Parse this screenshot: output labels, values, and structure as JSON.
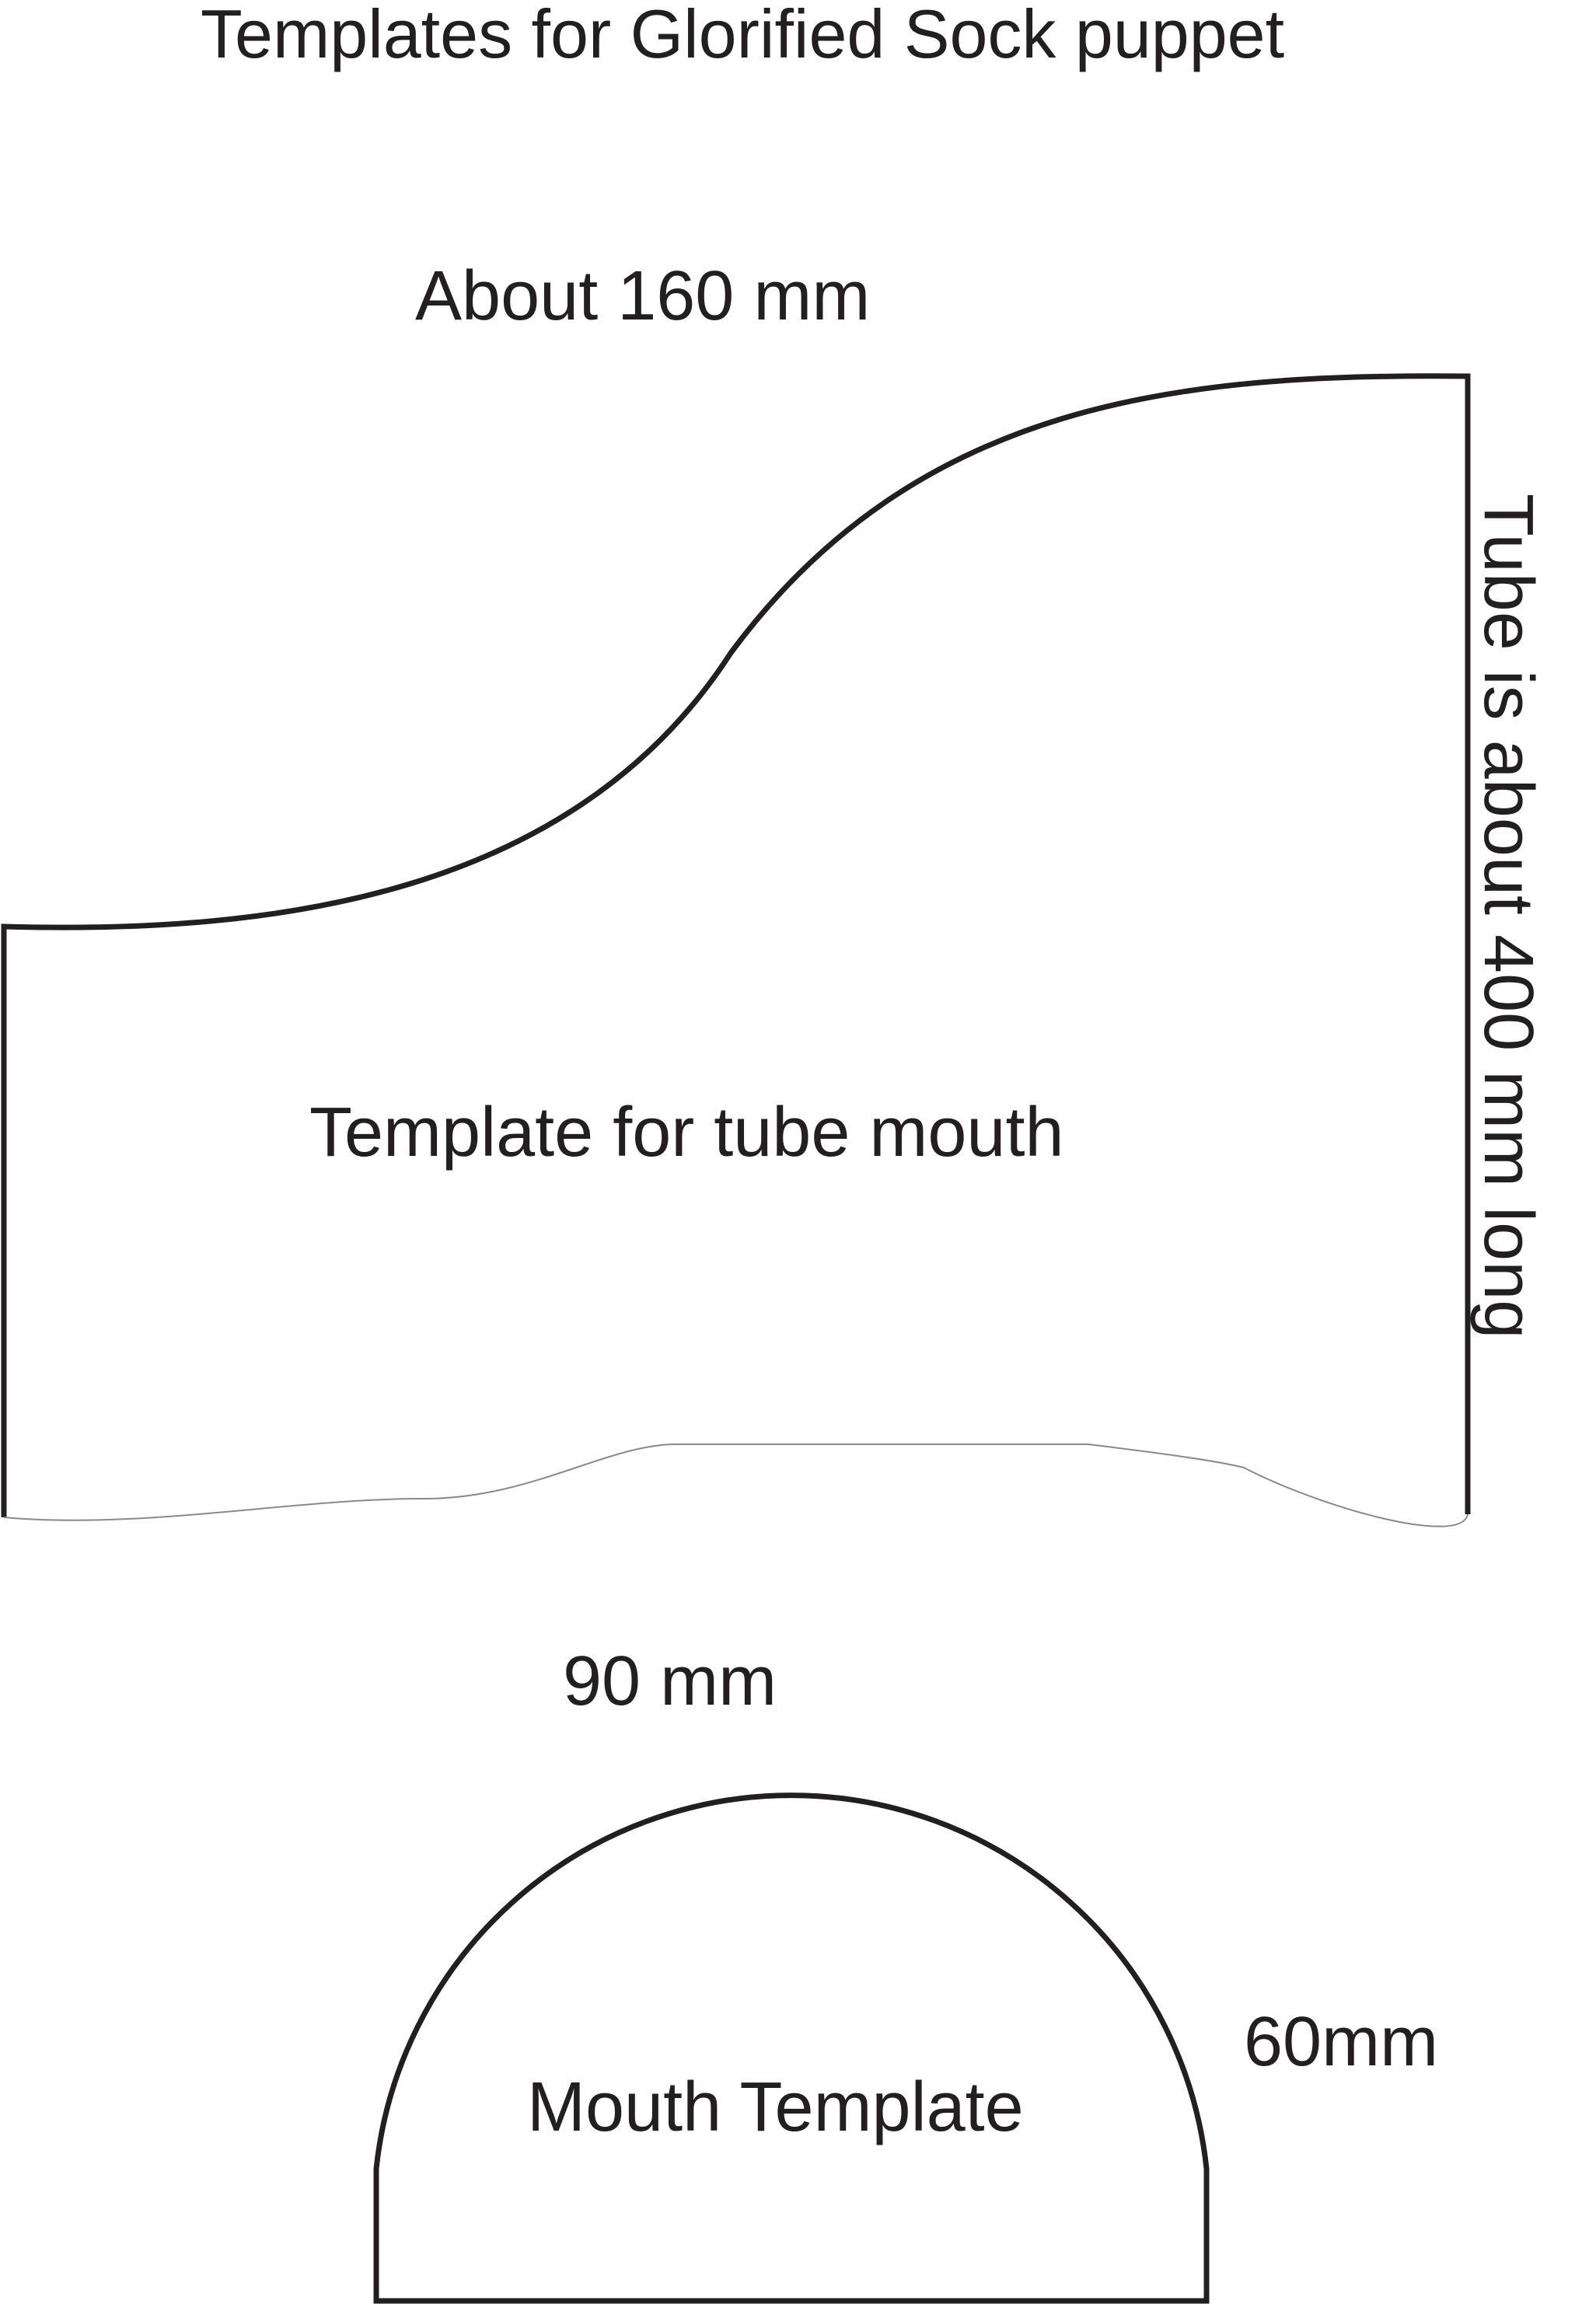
{
  "title": "Templates for Glorified Sock puppet",
  "tube_template": {
    "label": "Template for tube mouth",
    "width_label": "About 160 mm",
    "length_label": "Tube is about 400 mm long"
  },
  "mouth_template": {
    "label": "Mouth Template",
    "width_label": "90 mm",
    "height_label": "60mm"
  },
  "colors": {
    "outline": "#231f20",
    "thin_edge": "#8a8a8a",
    "background": "#ffffff"
  }
}
